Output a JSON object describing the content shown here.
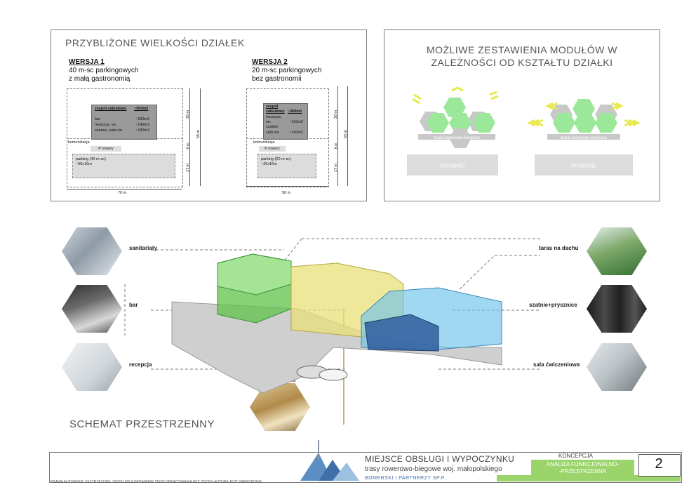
{
  "panel_left": {
    "title": "PRZYBLIŻONE WIELKOŚCI DZIAŁEK",
    "v1": {
      "heading": "WERSJA 1",
      "line1": "40 m-sc parkingowych",
      "line2": "z małą gastronomią",
      "zespol": "zespół zabudowy",
      "zespol_val": "~500m2",
      "rows": [
        {
          "label": "bar",
          "val": "~180m2"
        },
        {
          "label": "recepcja, wc",
          "val": "~140m2"
        },
        {
          "label": "szatnie, sala ćw.",
          "val": "~180m2"
        }
      ],
      "komunikacja": "komunikacja",
      "rowery": "P rowery",
      "parking": "parking  (40 m-sc)",
      "parking_size": "~50x16m",
      "dim_w": "70 m",
      "dim_30": "30 m",
      "dim_8": "8 m",
      "dim_17": "17 m",
      "dim_55": "55 m"
    },
    "v2": {
      "heading": "WERSJA 2",
      "line1": "20 m-sc parkingowych",
      "line2": "bez gastronomii",
      "zespol": "zespół",
      "zespol2": "zabudowy",
      "zespol_val": "~260m2",
      "rows": [
        {
          "label": "recepcja,",
          "val": ""
        },
        {
          "label": "wc",
          "val": "~120m2"
        },
        {
          "label": "szatnie",
          "val": ""
        },
        {
          "label": "sala ćw.",
          "val": "~140m2"
        }
      ],
      "komunikacja": "komunikacja",
      "rowery": "P rowery",
      "parking": "parking  (20 m-sc)",
      "parking_size": "~25x16m",
      "dim_w": "50 m",
      "dim_30": "30 m",
      "dim_8": "8 m",
      "dim_17": "17 m",
      "dim_55": "55 m"
    }
  },
  "panel_right": {
    "title_line1": "MOŻLIWE ZESTAWIENIA MODUŁÓW W",
    "title_line2": "ZALEŻNOŚCI OD KSZTAŁTU DZIAŁKI",
    "trasa": "trasa rowerowo-biegowa",
    "parking": "PARKING"
  },
  "schema": {
    "labels_left": [
      "sanitariaty",
      "bar",
      "recepcja"
    ],
    "labels_right": [
      "taras na dachu",
      "szatnie+prysznice",
      "sala ćwiczeniowa"
    ],
    "holl": "holl",
    "title": "SCHEMAT PRZESTRZENNY"
  },
  "footer": {
    "title": "MIEJSCE OBSŁUGI I WYPOCZYNKU",
    "subtitle": "trasy rowerowo-biegowe woj. małopolskiego",
    "company": "BOMERSKI I PARTNERZY SP.P.",
    "koncepcja": "KONCEPCJA",
    "analiza1": "ANALIZA FUNKCJONALNO-",
    "analiza2": "-PRZESTRZENNA",
    "page": "2",
    "copyright": "PRAWA AUTORSKIE ZASTRZEŻONE. WSZELKIE KOPIOWANIE TEGO OPRACOWANIA BEZ ZGODY AUTORA JEST ZABRONIONE."
  },
  "colors": {
    "green_module": "#9be89b",
    "grey_module": "#c8c8c8",
    "yellow_arrow": "#e8e84a",
    "footer_green": "#9bd46b",
    "building_green": "#5fc24a",
    "building_yellow": "#e9e07a",
    "building_blue": "#6fc3ea"
  }
}
